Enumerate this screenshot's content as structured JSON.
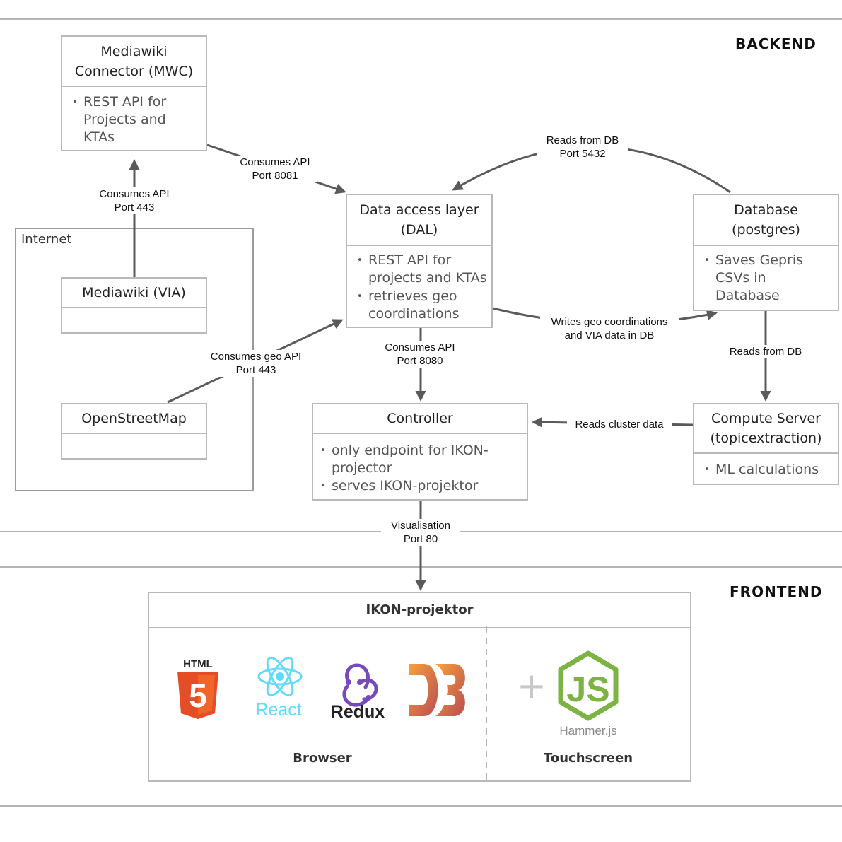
{
  "sections": {
    "backend": "BACKEND",
    "frontend": "FRONTEND"
  },
  "internet": {
    "label": "Internet"
  },
  "nodes": {
    "mwc": {
      "title": "Mediawiki\nConnector (MWC)",
      "bullets": [
        "REST API for\nProjects and\nKTAs"
      ]
    },
    "via": {
      "title": "Mediawiki (VIA)"
    },
    "osm": {
      "title": "OpenStreetMap"
    },
    "dal": {
      "title": "Data access layer\n(DAL)",
      "bullets": [
        "REST API for\nprojects and KTAs",
        "retrieves geo\ncoordinations"
      ]
    },
    "db": {
      "title": "Database\n(postgres)",
      "bullets": [
        "Saves Gepris\nCSVs in\nDatabase"
      ]
    },
    "controller": {
      "title": "Controller",
      "bullets": [
        "only endpoint for IKON-\nprojector",
        "serves IKON-projektor"
      ]
    },
    "compute": {
      "title": "Compute Server\n(topicextraction)",
      "bullets": [
        "ML calculations"
      ]
    }
  },
  "edges": {
    "via_mwc": "Consumes API\nPort 443",
    "mwc_dal": "Consumes API\nPort 8081",
    "db_dal": "Reads from DB\nPort 5432",
    "dal_db": "Writes geo coordinations\nand VIA data in DB",
    "osm_dal": "Consumes geo API\nPort 443",
    "dal_controller": "Consumes API\nPort 8080",
    "db_compute": "Reads from DB",
    "compute_controller": "Reads cluster data",
    "controller_frontend": "Visualisation\nPort 80"
  },
  "frontend": {
    "title": "IKON-projektor",
    "browser_label": "Browser",
    "touchscreen_label": "Touchscreen",
    "plus": "+",
    "logos": {
      "html": {
        "text": "HTML",
        "digit": "5",
        "icon": "html5-logo",
        "color": "#e44d26"
      },
      "react": {
        "text": "React",
        "icon": "react-logo",
        "color": "#61dafb"
      },
      "redux": {
        "text": "Redux",
        "icon": "redux-logo",
        "color": "#764abc"
      },
      "d3": {
        "icon": "d3-logo",
        "color": "#f68e3a"
      },
      "hammer": {
        "text": "Hammer.js",
        "icon": "nodejs-logo",
        "color": "#7cb342"
      }
    }
  }
}
